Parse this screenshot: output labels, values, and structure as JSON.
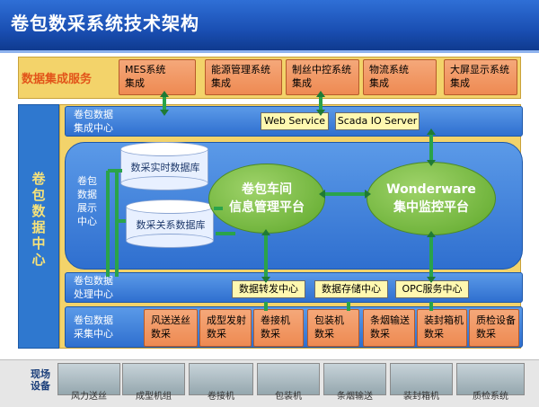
{
  "title": "卷包数采系统技术架构",
  "integration": {
    "label": "数据集成服务",
    "systems": [
      {
        "line1": "MES系统",
        "line2": "集成"
      },
      {
        "line1": "能源管理系统",
        "line2": "集成"
      },
      {
        "line1": "制丝中控系统",
        "line2": "集成"
      },
      {
        "line1": "物流系统",
        "line2": "集成"
      },
      {
        "line1": "大屏显示系统",
        "line2": "集成"
      }
    ]
  },
  "left_column": "卷包数据中心",
  "rows": {
    "integration_center": {
      "line1": "卷包数据",
      "line2": "集成中心",
      "boxes": [
        "Web Service",
        "Scada IO Server"
      ]
    },
    "display_center": {
      "line1": "卷包",
      "line2": "数据",
      "line3": "展示",
      "line4": "中心"
    },
    "processing_center": {
      "line1": "卷包数据",
      "line2": "处理中心",
      "boxes": [
        "数据转发中心",
        "数据存储中心",
        "OPC服务中心"
      ]
    },
    "collection_center": {
      "line1": "卷包数据",
      "line2": "采集中心",
      "boxes": [
        {
          "line1": "风送送丝",
          "line2": "数采"
        },
        {
          "line1": "成型发射",
          "line2": "数采"
        },
        {
          "line1": "卷接机",
          "line2": "数采"
        },
        {
          "line1": "包装机",
          "line2": "数采"
        },
        {
          "line1": "条烟输送",
          "line2": "数采"
        },
        {
          "line1": "装封箱机",
          "line2": "数采"
        },
        {
          "line1": "质检设备",
          "line2": "数采"
        }
      ]
    }
  },
  "databases": [
    "数采实时数据库",
    "数采关系数据库"
  ],
  "platforms": [
    {
      "line1": "卷包车间",
      "line2": "信息管理平台"
    },
    {
      "line1": "Wonderware",
      "line2": "集中监控平台"
    }
  ],
  "footer": {
    "label": "现场设备",
    "devices": [
      "风力送丝",
      "成型机组",
      "卷接机",
      "包装机",
      "条烟输送",
      "装封箱机",
      "质检系统"
    ]
  }
}
